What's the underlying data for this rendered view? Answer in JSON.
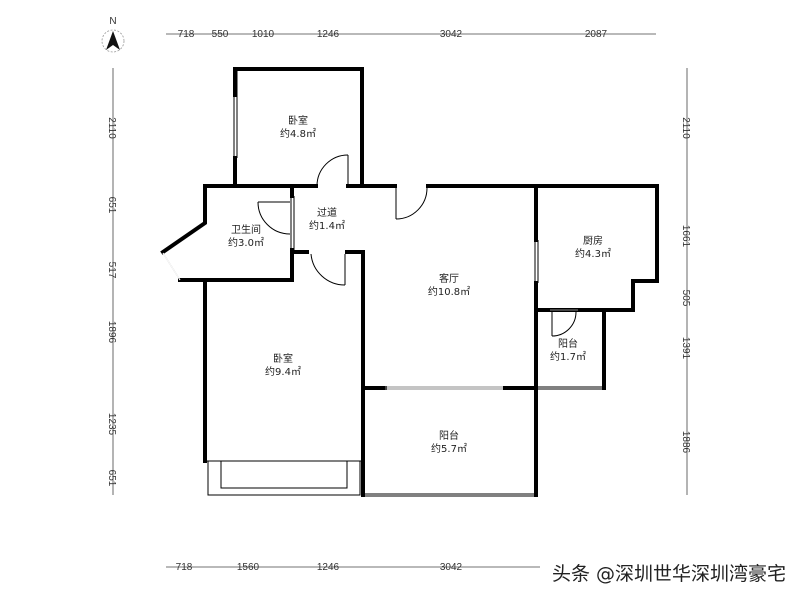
{
  "compass": {
    "label": "N",
    "icon": "north-arrow-icon"
  },
  "dimensions": {
    "top": [
      "718",
      "550",
      "1010",
      "1246",
      "3042",
      "2087"
    ],
    "bottom": [
      "718",
      "1560",
      "1246",
      "3042"
    ],
    "left": [
      "2110",
      "651",
      "517",
      "1896",
      "1235",
      "651"
    ],
    "right": [
      "2110",
      "1661",
      "505",
      "1391",
      "1886"
    ]
  },
  "rooms": {
    "bedroom_small": {
      "name": "卧室",
      "area": "约4.8㎡"
    },
    "bathroom": {
      "name": "卫生间",
      "area": "约3.0㎡"
    },
    "corridor": {
      "name": "过道",
      "area": "约1.4㎡"
    },
    "living_room": {
      "name": "客厅",
      "area": "约10.8㎡"
    },
    "kitchen": {
      "name": "厨房",
      "area": "约4.3㎡"
    },
    "balcony_small": {
      "name": "阳台",
      "area": "约1.7㎡"
    },
    "bedroom_large": {
      "name": "卧室",
      "area": "约9.4㎡"
    },
    "balcony_large": {
      "name": "阳台",
      "area": "约5.7㎡"
    }
  },
  "watermark": "头条 @深圳世华深圳湾豪宅",
  "colors": {
    "wall": "#000000",
    "window": "#888888",
    "background": "#ffffff"
  }
}
